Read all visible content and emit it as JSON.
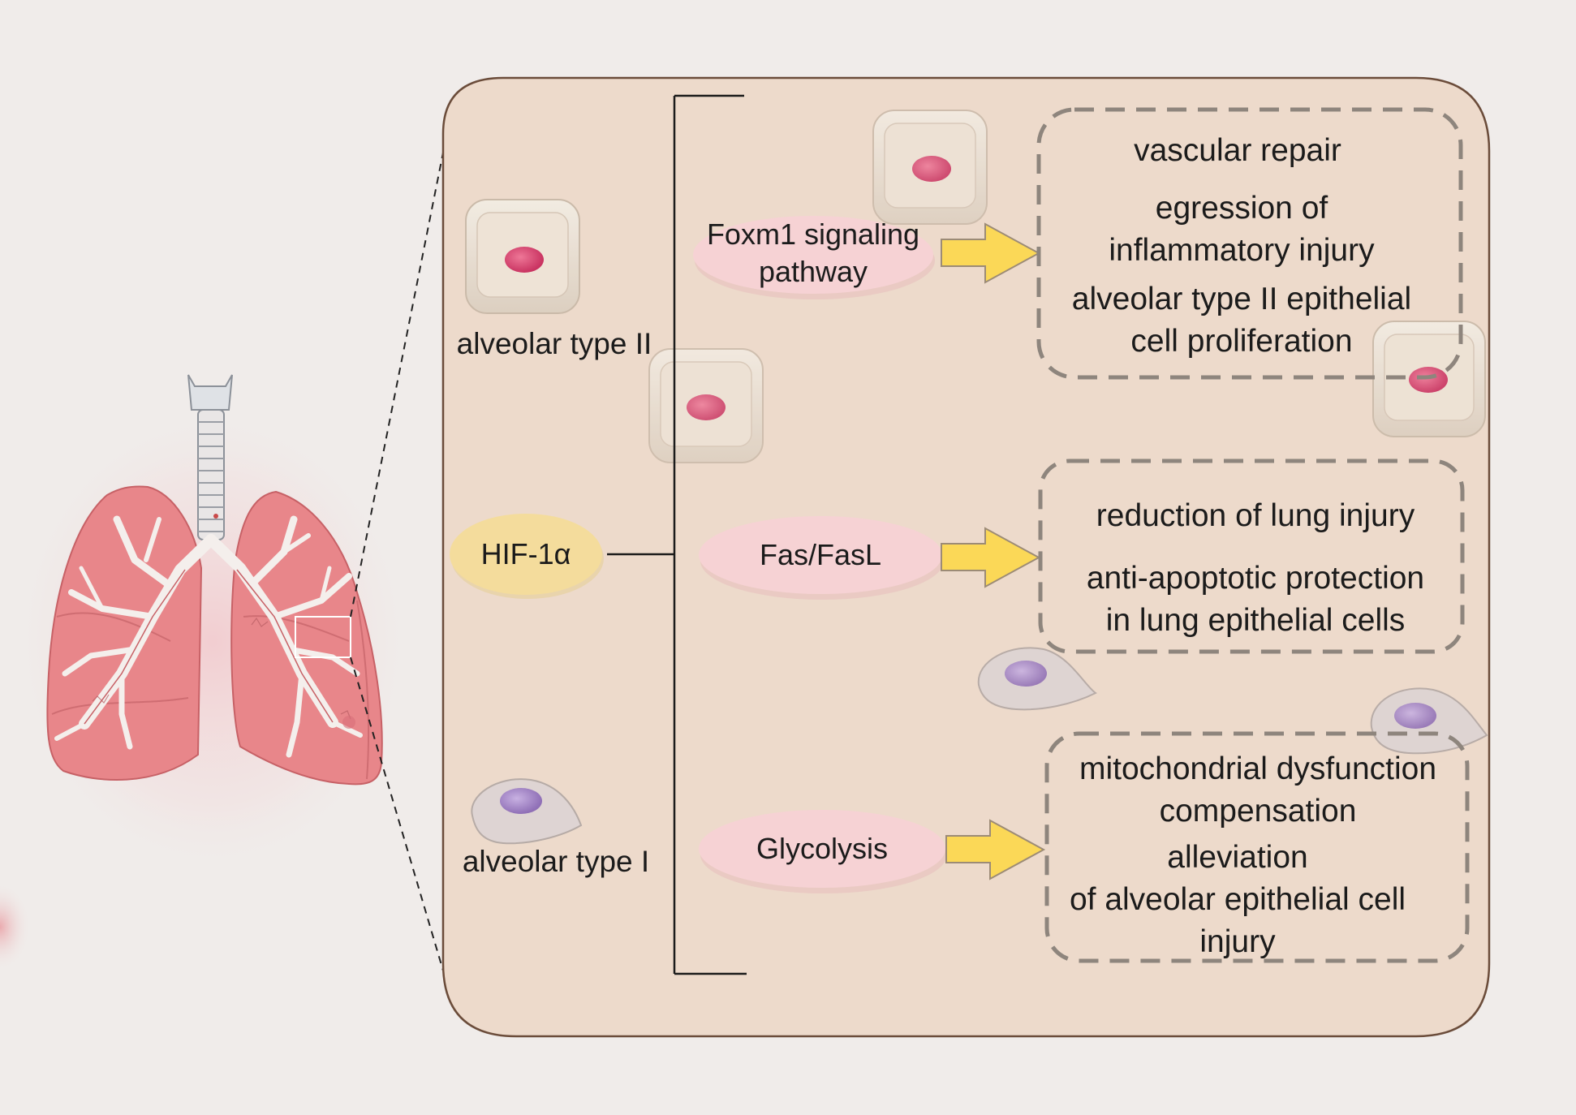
{
  "colors": {
    "background": "#f0ecea",
    "panel_fill": "#eddacb",
    "panel_border": "#6b4c3a",
    "pathway_pill": "#f6d2d4",
    "hif_pill": "#f4dc9c",
    "arrow_fill": "#fbd857",
    "arrow_stroke": "#9c8b76",
    "box_dash": "#8e857d",
    "lung_tissue": "#e8868a",
    "bronchi": "#f4efec",
    "nucleus_type2": "#d9466f",
    "nucleus_type1": "#a98bc9"
  },
  "icons": [
    "lung-icon",
    "cuboidal-cell-icon",
    "squamous-cell-icon",
    "block-arrow-icon"
  ],
  "labels": {
    "cell_type2": "alveolar type II",
    "cell_type1": "alveolar type I",
    "regulator": "HIF-1α"
  },
  "pathways": [
    {
      "label_lines": [
        "Foxm1 signaling",
        "pathway"
      ]
    },
    {
      "label_lines": [
        "Fas/FasL"
      ]
    },
    {
      "label_lines": [
        "Glycolysis"
      ]
    }
  ],
  "outcomes": [
    {
      "lines": [
        "vascular repair",
        "egression of",
        "inflammatory injury",
        "alveolar type II epithelial",
        "cell proliferation"
      ]
    },
    {
      "lines": [
        "reduction of lung injury",
        "anti-apoptotic protection",
        "in lung epithelial cells"
      ]
    },
    {
      "lines": [
        "mitochondrial dysfunction",
        "compensation",
        "alleviation",
        "of alveolar epithelial cell",
        "injury"
      ]
    }
  ]
}
